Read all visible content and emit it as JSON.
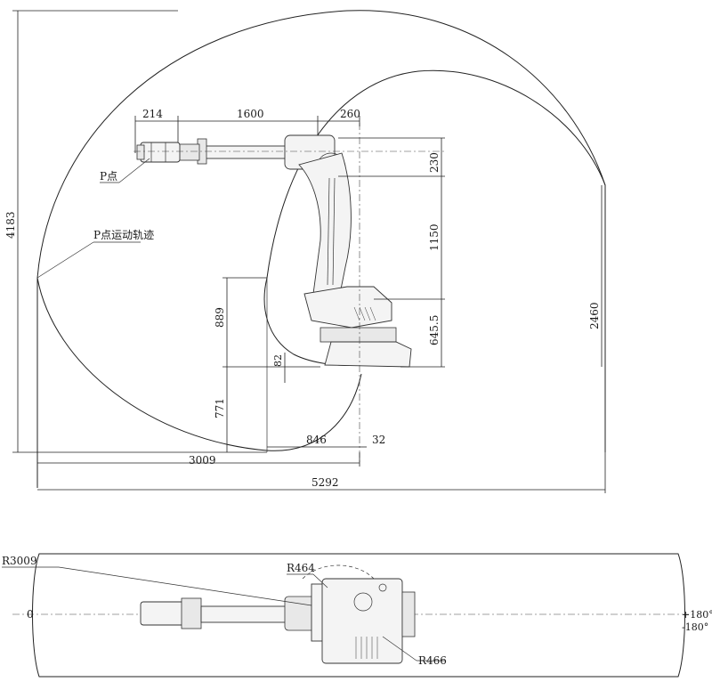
{
  "side_view": {
    "dims": {
      "wrist_offset": "214",
      "arm_length": "1600",
      "shoulder_offset": "260",
      "top_offset": "230",
      "upper_arm": "1150",
      "base_height": "645.5",
      "max_height": "2460",
      "total_height": "4183",
      "lower_reach": "889",
      "base_step": "82",
      "below_base": "771",
      "back_reach": "846",
      "rear_offset": "32",
      "front_reach": "3009",
      "total_width": "5292"
    },
    "labels": {
      "p_point": "P点",
      "p_trajectory": "P点运动轨迹"
    }
  },
  "top_view": {
    "radius_outer": "R3009",
    "radius_inner": "R464",
    "radius_rear": "R466",
    "angle_zero": "0",
    "angle_pos": "+180°",
    "angle_neg": "-180°"
  }
}
